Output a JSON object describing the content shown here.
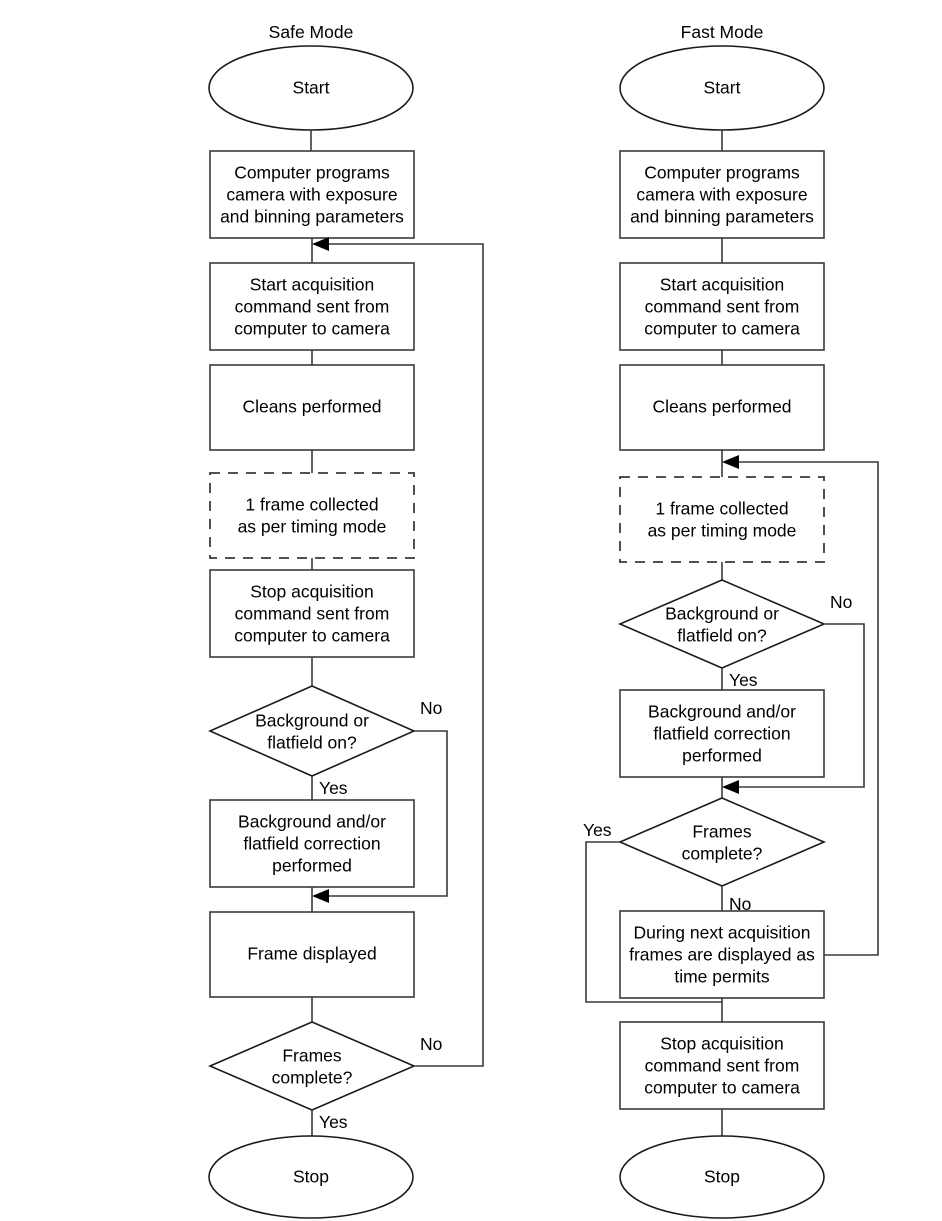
{
  "figure": {
    "type": "flowchart",
    "title": "",
    "columns": [
      {
        "id": "safe-mode",
        "heading": "Safe Mode",
        "nodes": [
          {
            "id": "safe-start",
            "shape": "ellipse",
            "lines": [
              "Start"
            ]
          },
          {
            "id": "safe-program",
            "shape": "process",
            "lines": [
              "Computer programs",
              "camera with exposure",
              "and binning parameters"
            ]
          },
          {
            "id": "safe-start-acq",
            "shape": "process",
            "lines": [
              "Start acquisition",
              "command sent from",
              "computer to camera"
            ]
          },
          {
            "id": "safe-cleans",
            "shape": "process",
            "lines": [
              "Cleans performed"
            ]
          },
          {
            "id": "safe-frame",
            "shape": "dashed",
            "lines": [
              "1 frame collected",
              "as per timing mode"
            ]
          },
          {
            "id": "safe-stop-acq",
            "shape": "process",
            "lines": [
              "Stop acquisition",
              "command sent from",
              "computer to camera"
            ]
          },
          {
            "id": "safe-bgff-q",
            "shape": "decision",
            "lines": [
              "Background or",
              "flatfield on?"
            ]
          },
          {
            "id": "safe-bgff-corr",
            "shape": "process",
            "lines": [
              "Background and/or",
              "flatfield correction",
              "performed"
            ]
          },
          {
            "id": "safe-frame-disp",
            "shape": "process",
            "lines": [
              "Frame displayed"
            ]
          },
          {
            "id": "safe-frames-q",
            "shape": "decision",
            "lines": [
              "Frames",
              "complete?"
            ]
          },
          {
            "id": "safe-stop",
            "shape": "ellipse",
            "lines": [
              "Stop"
            ]
          }
        ],
        "edge_labels": [
          {
            "id": "safe-bgff-no",
            "text": "No"
          },
          {
            "id": "safe-bgff-yes",
            "text": "Yes"
          },
          {
            "id": "safe-frames-no",
            "text": "No"
          },
          {
            "id": "safe-frames-yes",
            "text": "Yes"
          }
        ]
      },
      {
        "id": "fast-mode",
        "heading": "Fast Mode",
        "nodes": [
          {
            "id": "fast-start",
            "shape": "ellipse",
            "lines": [
              "Start"
            ]
          },
          {
            "id": "fast-program",
            "shape": "process",
            "lines": [
              "Computer programs",
              "camera with exposure",
              "and binning parameters"
            ]
          },
          {
            "id": "fast-start-acq",
            "shape": "process",
            "lines": [
              "Start acquisition",
              "command sent from",
              "computer to camera"
            ]
          },
          {
            "id": "fast-cleans",
            "shape": "process",
            "lines": [
              "Cleans performed"
            ]
          },
          {
            "id": "fast-frame",
            "shape": "dashed",
            "lines": [
              "1 frame collected",
              "as per timing mode"
            ]
          },
          {
            "id": "fast-bgff-q",
            "shape": "decision",
            "lines": [
              "Background or",
              "flatfield on?"
            ]
          },
          {
            "id": "fast-bgff-corr",
            "shape": "process",
            "lines": [
              "Background and/or",
              "flatfield correction",
              "performed"
            ]
          },
          {
            "id": "fast-frames-q",
            "shape": "decision",
            "lines": [
              "Frames",
              "complete?"
            ]
          },
          {
            "id": "fast-during",
            "shape": "process",
            "lines": [
              "During next acquisition",
              "frames are displayed as",
              "time permits"
            ]
          },
          {
            "id": "fast-stop-acq",
            "shape": "process",
            "lines": [
              "Stop acquisition",
              "command sent from",
              "computer to camera"
            ]
          },
          {
            "id": "fast-stop",
            "shape": "ellipse",
            "lines": [
              "Stop"
            ]
          }
        ],
        "edge_labels": [
          {
            "id": "fast-bgff-no",
            "text": "No"
          },
          {
            "id": "fast-bgff-yes",
            "text": "Yes"
          },
          {
            "id": "fast-frames-yes",
            "text": "Yes"
          },
          {
            "id": "fast-frames-no",
            "text": "No"
          }
        ]
      }
    ],
    "colors": {
      "background": "#ffffff",
      "stroke": "#3a3a3a",
      "stroke_dark": "#1a1a1a",
      "text": "#000000"
    }
  }
}
